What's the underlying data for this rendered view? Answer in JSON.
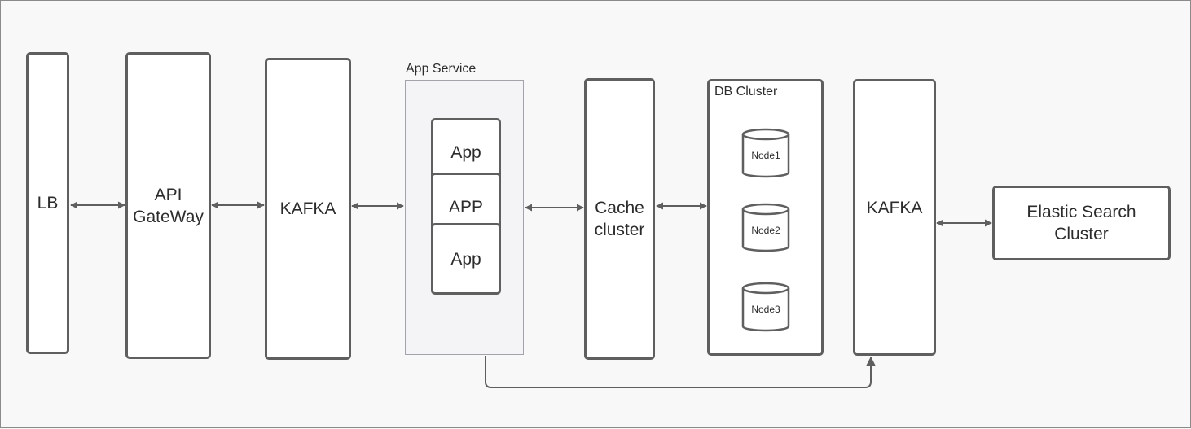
{
  "lb": {
    "label": "LB"
  },
  "api_gateway": {
    "line1": "API",
    "line2": "GateWay"
  },
  "kafka_in": {
    "label": "KAFKA"
  },
  "app_service": {
    "title": "App Service",
    "instances": [
      "App",
      "APP",
      "App"
    ]
  },
  "cache": {
    "line1": "Cache",
    "line2": "cluster"
  },
  "db_cluster": {
    "title": "DB Cluster",
    "nodes": [
      "Node1",
      "Node2",
      "Node3"
    ]
  },
  "kafka_out": {
    "label": "KAFKA"
  },
  "elastic": {
    "line1": "Elastic Search",
    "line2": "Cluster"
  },
  "colors": {
    "stroke": "#5f5f5f",
    "text": "#2c2c2c",
    "group_fill": "#f4f4f6",
    "background": "#f8f8f8"
  }
}
